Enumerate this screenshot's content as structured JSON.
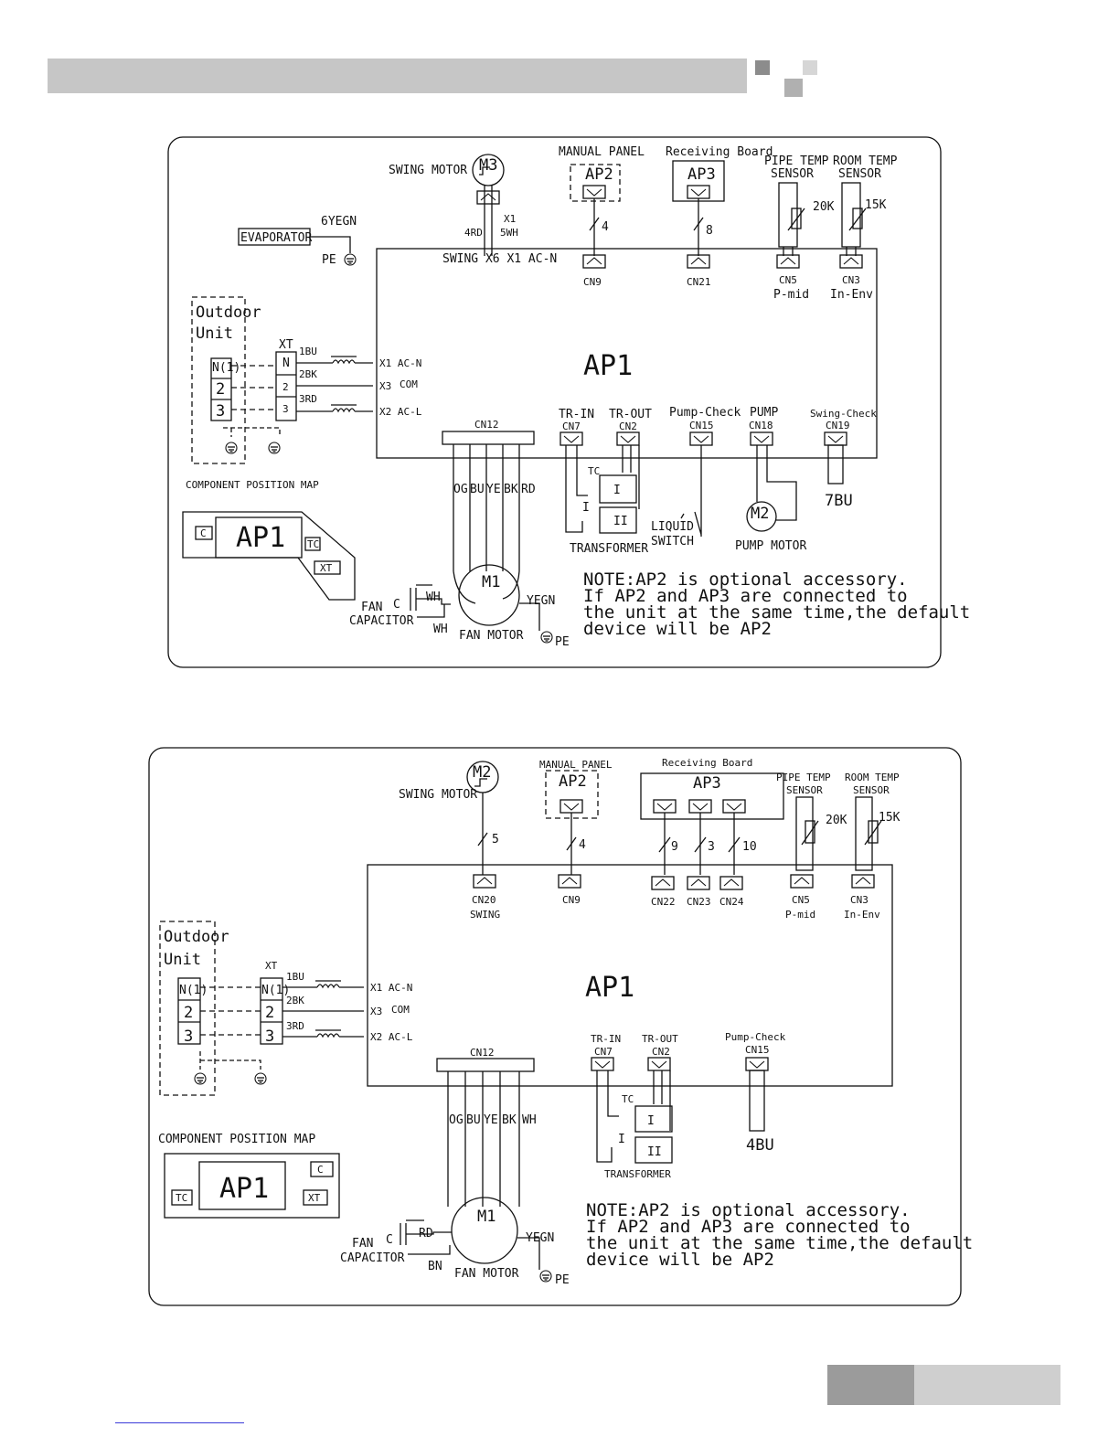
{
  "colors": {
    "header_bar": "#c6c6c6",
    "header_square": "#8c8c8c",
    "footer_dark": "#9b9b9b",
    "footer_light": "#cfcfcf",
    "line": "#111111"
  },
  "d1": {
    "swing_motor": "SWING MOTOR",
    "m3": "M3",
    "x1": "X1",
    "rd4": "4RD",
    "wh5": "5WH",
    "manual_panel": "MANUAL PANEL",
    "ap2": "AP2",
    "w4": "4",
    "receiving_board": "Receiving Board",
    "ap3": "AP3",
    "w8": "8",
    "pipe_temp": "PIPE TEMP",
    "room_temp": "ROOM TEMP",
    "sensor": "SENSOR",
    "r20k": "20K",
    "r15k": "15K",
    "yegn6": "6YEGN",
    "evaporator": "EVAPORATOR",
    "pe": "PE",
    "swing_x6": "SWING X6 X1 AC-N",
    "cn9": "CN9",
    "cn21": "CN21",
    "cn5": "CN5",
    "cn3": "CN3",
    "pmid": "P-mid",
    "inenv": "In-Env",
    "outdoor": "Outdoor",
    "unit": "Unit",
    "xt": "XT",
    "n1": "N(1)",
    "t2": "2",
    "t3": "3",
    "tn": "N",
    "bu1": "1BU",
    "bk2": "2BK",
    "rd3": "3RD",
    "x1acn": "X1 AC-N",
    "x3": "X3",
    "com": "COM",
    "x2acl": "X2 AC-L",
    "ap1": "AP1",
    "cn12": "CN12",
    "trin": "TR-IN",
    "cn7": "CN7",
    "trout": "TR-OUT",
    "cn2": "CN2",
    "pump_check": "Pump-Check",
    "cn15": "CN15",
    "pump": "PUMP",
    "cn18": "CN18",
    "swing_check": "Swing-Check",
    "cn19": "CN19",
    "bu7": "7BU",
    "og": "OG",
    "bu": "BU",
    "ye": "YE",
    "bk": "BK",
    "rd": "RD",
    "tc": "TC",
    "roman1": "I",
    "roman2": "II",
    "transformer": "TRANSFORMER",
    "liquid": "LIQUID",
    "switch": "SWITCH",
    "m2": "M2",
    "pump_motor": "PUMP MOTOR",
    "comp_map": "COMPONENT POSITION MAP",
    "c": "C",
    "xt_box": "XT",
    "m1": "M1",
    "wh": "WH",
    "yegn": "YEGN",
    "fan": "FAN",
    "capacitor": "CAPACITOR",
    "fan_motor": "FAN MOTOR",
    "note1": "NOTE:AP2 is optional accessory.",
    "note2": "If AP2 and AP3 are connected to",
    "note3": "the unit at the same time,the default",
    "note4": "device will be AP2"
  },
  "d2": {
    "swing_motor": "SWING MOTOR",
    "m2": "M2",
    "w5": "5",
    "manual_panel": "MANUAL PANEL",
    "ap2": "AP2",
    "w4": "4",
    "receiving_board": "Receiving Board",
    "ap3": "AP3",
    "w9": "9",
    "w3": "3",
    "w10": "10",
    "pipe_temp": "PIPE TEMP",
    "room_temp": "ROOM TEMP",
    "sensor": "SENSOR",
    "r20k": "20K",
    "r15k": "15K",
    "cn20": "CN20",
    "swing": "SWING",
    "cn9": "CN9",
    "cn22": "CN22",
    "cn23": "CN23",
    "cn24": "CN24",
    "cn5": "CN5",
    "cn3": "CN3",
    "pmid": "P-mid",
    "inenv": "In-Env",
    "outdoor": "Outdoor",
    "unit": "Unit",
    "xt": "XT",
    "n1": "N(1)",
    "t2": "2",
    "t3": "3",
    "bu1": "1BU",
    "bk2": "2BK",
    "rd3": "3RD",
    "x1acn": "X1 AC-N",
    "x3": "X3",
    "com": "COM",
    "x2acl": "X2 AC-L",
    "ap1": "AP1",
    "cn12": "CN12",
    "trin": "TR-IN",
    "cn7": "CN7",
    "trout": "TR-OUT",
    "cn2": "CN2",
    "pump_check": "Pump-Check",
    "cn15": "CN15",
    "bu4": "4BU",
    "og": "OG",
    "bu": "BU",
    "ye": "YE",
    "bk": "BK",
    "wh": "WH",
    "tc": "TC",
    "roman1": "I",
    "roman2": "II",
    "transformer": "TRANSFORMER",
    "comp_map": "COMPONENT POSITION MAP",
    "c": "C",
    "tc_box": "TC",
    "xt_box": "XT",
    "m1": "M1",
    "rd": "RD",
    "bn": "BN",
    "yegn": "YEGN",
    "pe": "PE",
    "fan": "FAN",
    "capacitor": "CAPACITOR",
    "fan_motor": "FAN MOTOR",
    "note1": "NOTE:AP2 is optional accessory.",
    "note2": "If AP2 and AP3 are connected to",
    "note3": "the unit at the same time,the default",
    "note4": "device will be AP2"
  }
}
